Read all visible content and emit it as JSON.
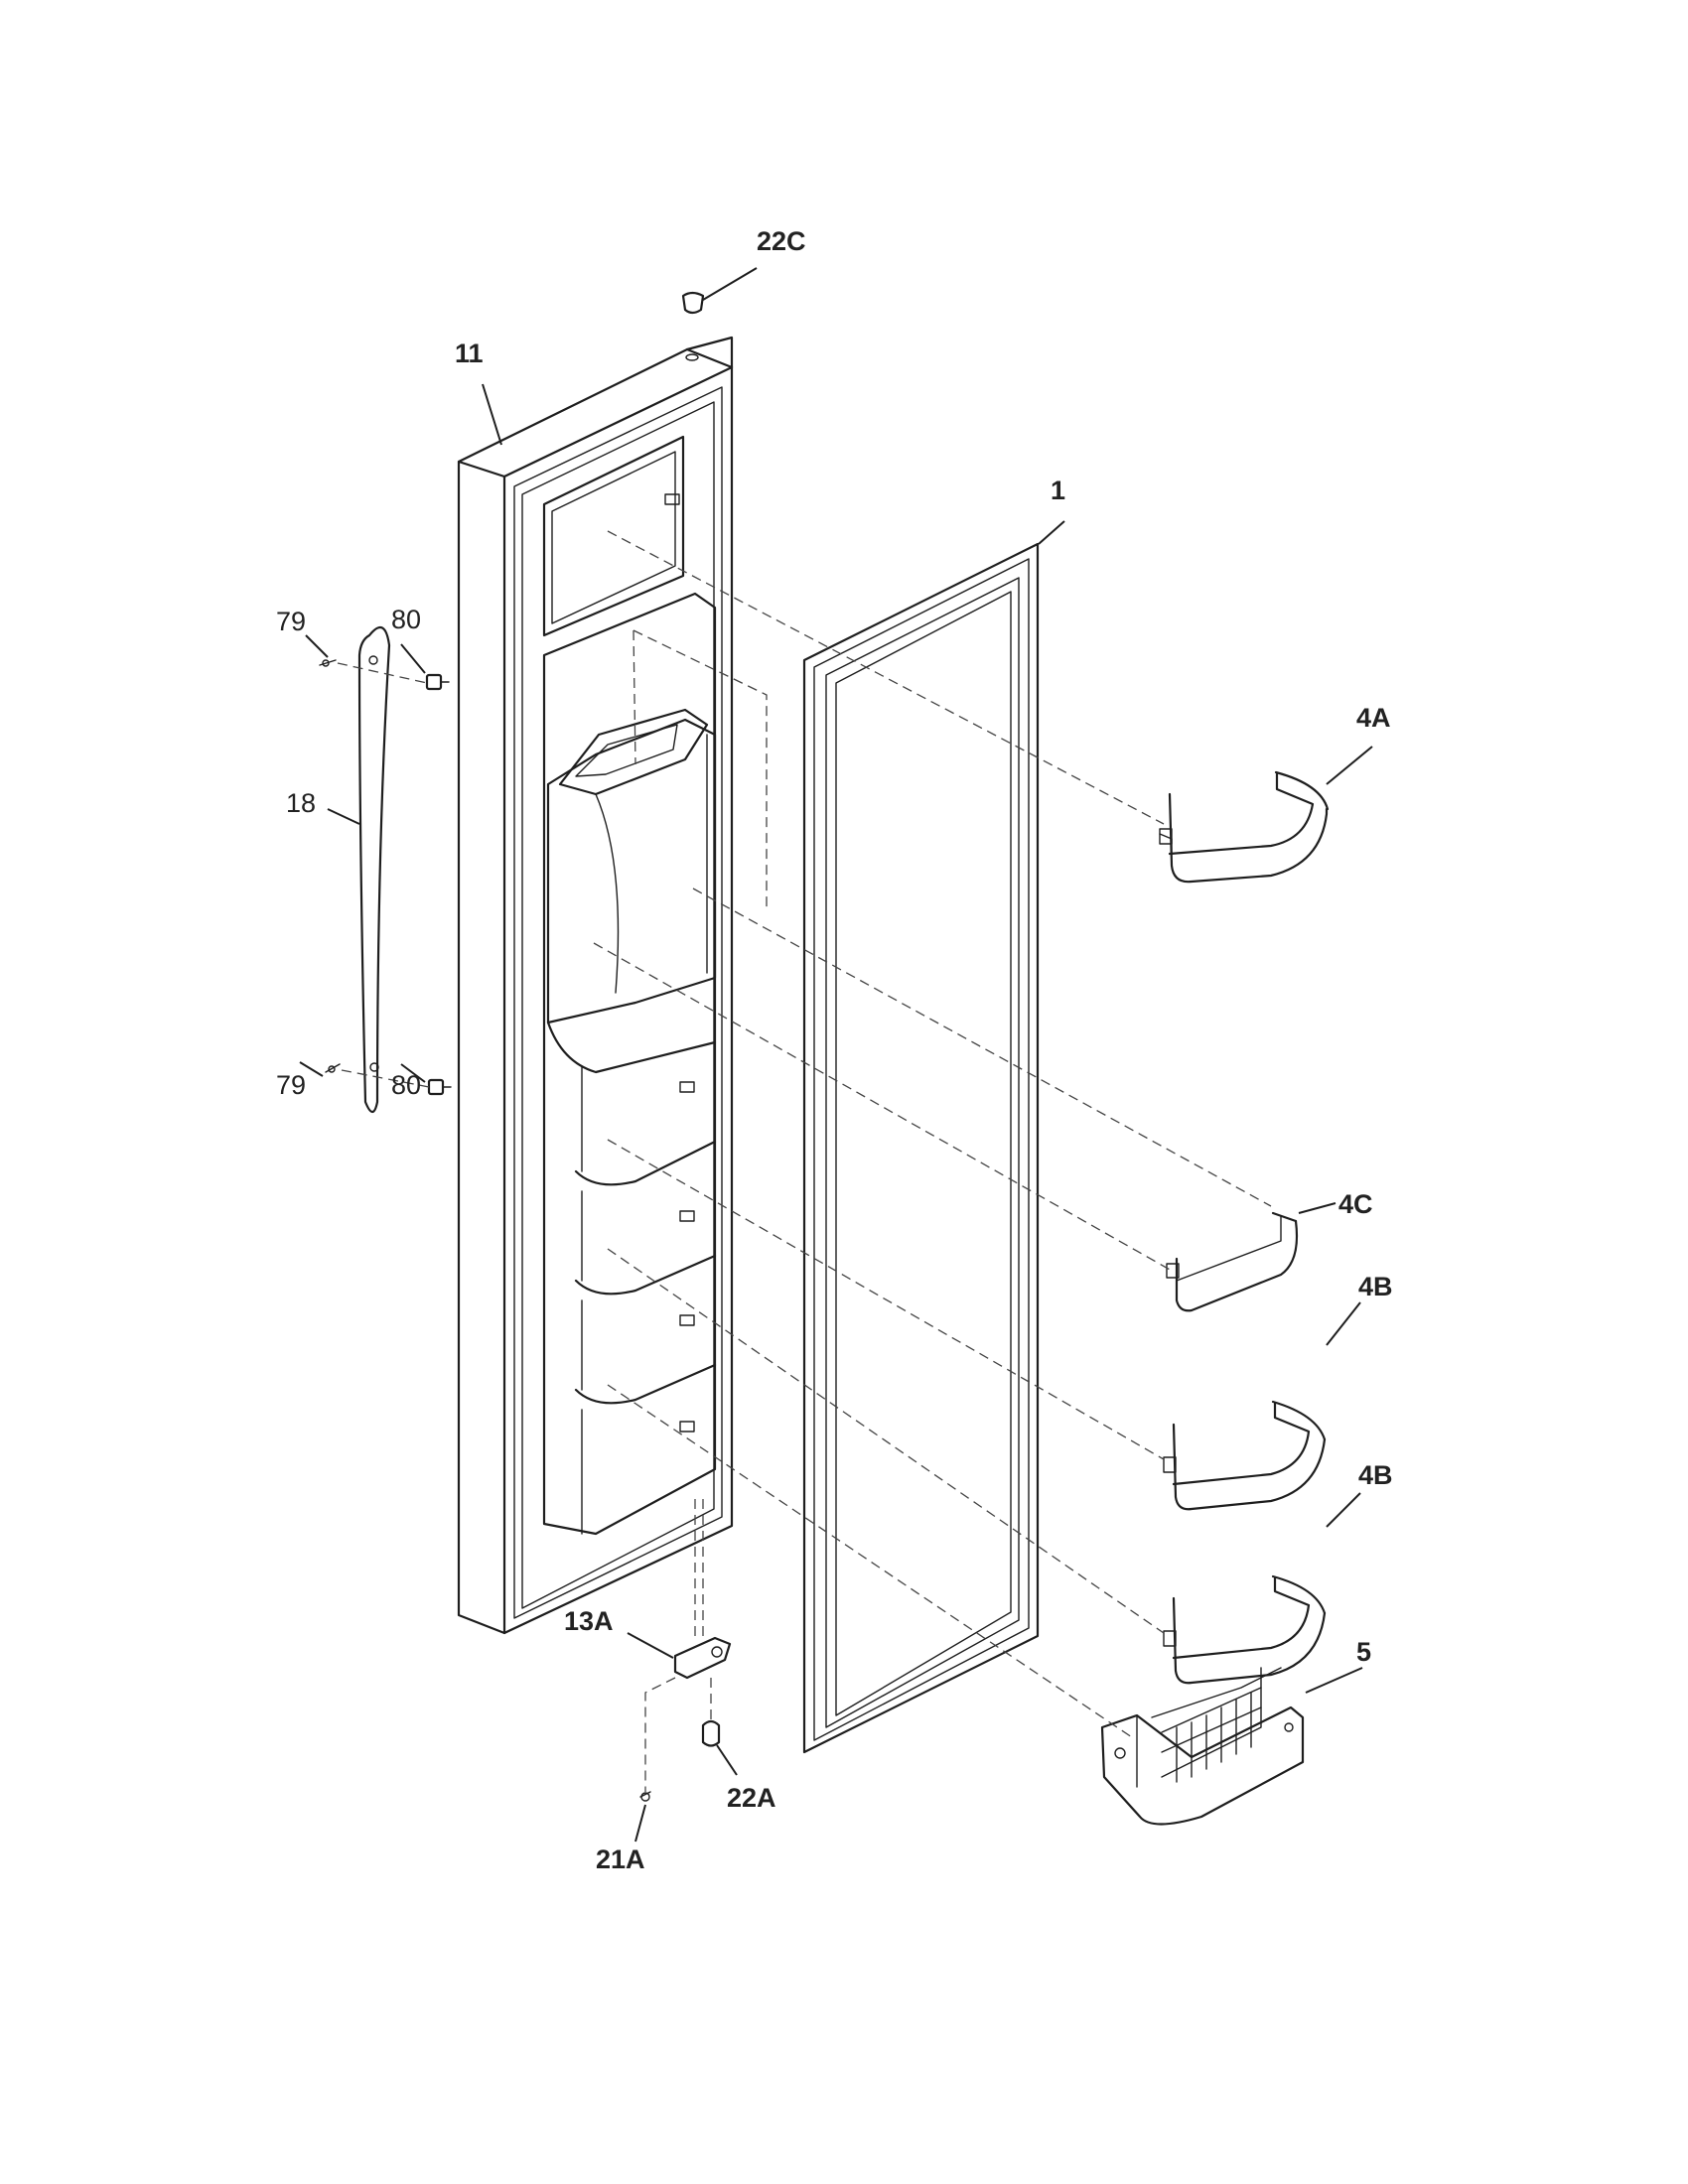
{
  "callouts": [
    {
      "id": "22C",
      "label": "22C"
    },
    {
      "id": "11",
      "label": "11"
    },
    {
      "id": "1",
      "label": "1"
    },
    {
      "id": "79-top",
      "label": "79"
    },
    {
      "id": "80-top",
      "label": "80"
    },
    {
      "id": "18",
      "label": "18"
    },
    {
      "id": "79-bottom",
      "label": "79"
    },
    {
      "id": "80-bottom",
      "label": "80"
    },
    {
      "id": "4A",
      "label": "4A"
    },
    {
      "id": "4C",
      "label": "4C"
    },
    {
      "id": "4B-upper",
      "label": "4B"
    },
    {
      "id": "4B-lower",
      "label": "4B"
    },
    {
      "id": "5",
      "label": "5"
    },
    {
      "id": "13A",
      "label": "13A"
    },
    {
      "id": "22A",
      "label": "22A"
    },
    {
      "id": "21A",
      "label": "21A"
    }
  ],
  "colors": {
    "line": "#1e1e1e",
    "background": "#ffffff"
  }
}
